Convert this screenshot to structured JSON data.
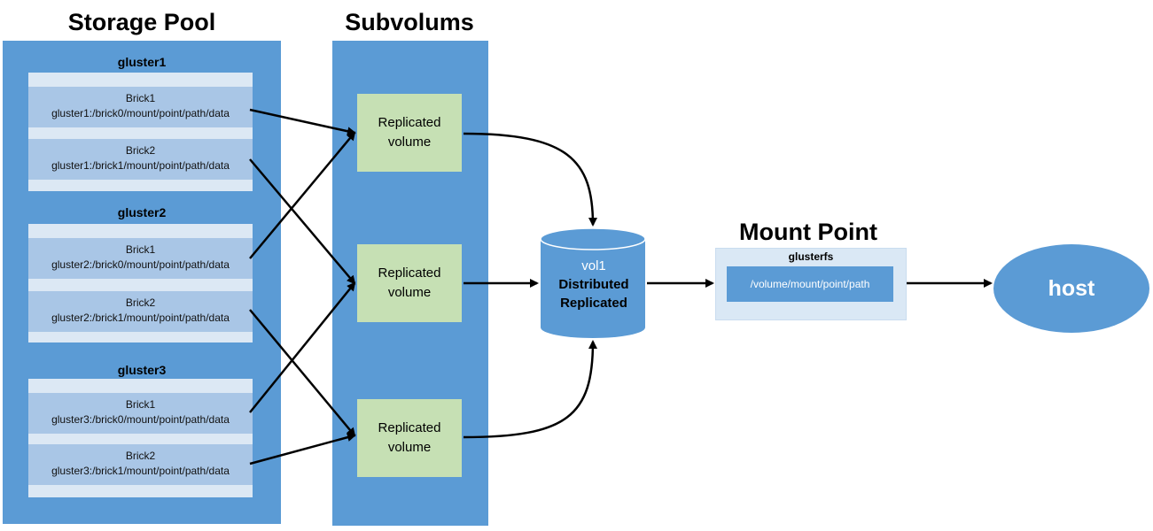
{
  "titles": {
    "storage_pool": "Storage Pool",
    "subvolums": "Subvolums",
    "mount_point": "Mount Point"
  },
  "nodes": [
    {
      "name": "gluster1",
      "bricks": [
        {
          "name": "Brick1",
          "path": "gluster1:/brick0/mount/point/path/data"
        },
        {
          "name": "Brick2",
          "path": "gluster1:/brick1/mount/point/path/data"
        }
      ]
    },
    {
      "name": "gluster2",
      "bricks": [
        {
          "name": "Brick1",
          "path": "gluster2:/brick0/mount/point/path/data"
        },
        {
          "name": "Brick2",
          "path": "gluster2:/brick1/mount/point/path/data"
        }
      ]
    },
    {
      "name": "gluster3",
      "bricks": [
        {
          "name": "Brick1",
          "path": "gluster3:/brick0/mount/point/path/data"
        },
        {
          "name": "Brick2",
          "path": "gluster3:/brick1/mount/point/path/data"
        }
      ]
    }
  ],
  "subvolumes": [
    {
      "line1": "Replicated",
      "line2": "volume"
    },
    {
      "line1": "Replicated",
      "line2": "volume"
    },
    {
      "line1": "Replicated",
      "line2": "volume"
    }
  ],
  "volume": {
    "name": "vol1",
    "type_line1": "Distributed",
    "type_line2": "Replicated"
  },
  "mount": {
    "label": "glusterfs",
    "path": "/volume/mount/point/path"
  },
  "host": {
    "label": "host"
  },
  "colors": {
    "panel_blue": "#5b9bd5",
    "brick_blue": "#a9c6e6",
    "group_bg": "#dce8f4",
    "replicated_green": "#c6e0b4",
    "arrow": "#000000"
  }
}
